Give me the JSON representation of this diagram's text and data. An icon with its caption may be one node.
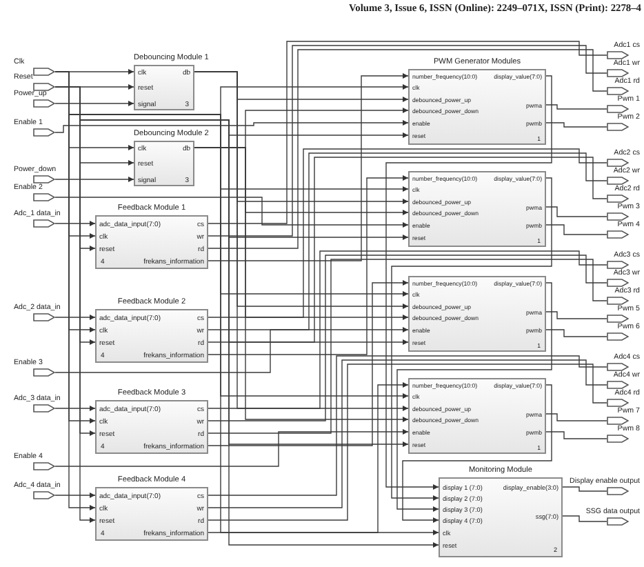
{
  "diagram": {
    "nodes": [
      {
        "text": [
          "Clk"
        ]
      },
      {
        "text": [
          "Reset"
        ]
      },
      {
        "text": [
          "Power_up"
        ]
      },
      {
        "text": [
          "Enable 1"
        ]
      },
      {
        "text": [
          "Power_down"
        ]
      },
      {
        "text": [
          "Enable 2"
        ]
      },
      {
        "text": [
          "Adc_1 data_in"
        ]
      },
      {
        "text": [
          "Adc_2 data_in"
        ]
      },
      {
        "text": [
          "Enable 3"
        ]
      },
      {
        "text": [
          "Adc_3 data_in"
        ]
      },
      {
        "text": [
          "Enable 4"
        ]
      },
      {
        "text": [
          "Adc_4 data_in"
        ]
      },
      {
        "text": [
          "Debouncing Module 1",
          "clk",
          "reset",
          "signal",
          "db",
          "3"
        ]
      },
      {
        "text": [
          "Debouncing Module 2",
          "clk",
          "reset",
          "signal",
          "db",
          "3"
        ]
      },
      {
        "text": [
          "Feedback Module 1",
          "adc_data_input(7:0)",
          "clk",
          "reset",
          "4",
          "cs",
          "wr",
          "rd",
          "frekans_information"
        ]
      },
      {
        "text": [
          "Feedback Module 2",
          "adc_data_input(7:0)",
          "clk",
          "reset",
          "4",
          "cs",
          "wr",
          "rd",
          "frekans_information"
        ]
      },
      {
        "text": [
          "Feedback Module 3",
          "adc_data_input(7:0)",
          "clk",
          "reset",
          "4",
          "cs",
          "wr",
          "rd",
          "frekans_information"
        ]
      },
      {
        "text": [
          "Feedback Module 4",
          "adc_data_input(7:0)",
          "clk",
          "reset",
          "4",
          "cs",
          "wr",
          "rd",
          "frekans_information"
        ]
      },
      {
        "text": [
          "PWM Generator Modules",
          "number_frequency(10:0)",
          "clk",
          "debounced_power_up",
          "debounced_power_down",
          "enable",
          "reset",
          "display_value(7:0)",
          "pwma",
          "pwmb",
          "1"
        ]
      },
      {
        "text": [
          "number_frequency(10:0)",
          "clk",
          "debounced_power_up",
          "debounced_power_down",
          "enable",
          "reset",
          "display_value(7:0)",
          "pwma",
          "pwmb",
          "1"
        ]
      },
      {
        "text": [
          "number_frequency(10:0)",
          "clk",
          "debounced_power_up",
          "debounced_power_down",
          "enable",
          "reset",
          "display_value(7:0)",
          "pwma",
          "pwmb",
          "1"
        ]
      },
      {
        "text": [
          "number_frequency(10:0)",
          "clk",
          "debounced_power_up",
          "debounced_power_down",
          "enable",
          "reset",
          "display_value(7:0)",
          "pwma",
          "pwmb",
          "1"
        ]
      },
      {
        "text": [
          "Monitoring Module",
          "display 1 (7:0)",
          "display 2 (7:0)",
          "display 3 (7:0)",
          "display 4 (7:0)",
          "clk",
          "reset",
          "display_enable(3:0)",
          "ssg(7:0)",
          "2"
        ]
      },
      {
        "text": [
          "Adc1 cs"
        ]
      },
      {
        "text": [
          "Adc1 wr"
        ]
      },
      {
        "text": [
          "Adc1 rd"
        ]
      },
      {
        "text": [
          "Pwm 1"
        ]
      },
      {
        "text": [
          "Pwm 2"
        ]
      },
      {
        "text": [
          "Adc2 cs"
        ]
      },
      {
        "text": [
          "Adc2 wr"
        ]
      },
      {
        "text": [
          "Adc2 rd"
        ]
      },
      {
        "text": [
          "Pwm 3"
        ]
      },
      {
        "text": [
          "Pwm 4"
        ]
      },
      {
        "text": [
          "Adc3 cs"
        ]
      },
      {
        "text": [
          "Adc3 wr"
        ]
      },
      {
        "text": [
          "Adc3 rd"
        ]
      },
      {
        "text": [
          "Pwm 5"
        ]
      },
      {
        "text": [
          "Pwm 6"
        ]
      },
      {
        "text": [
          "Adc4 cs"
        ]
      },
      {
        "text": [
          "Adc4 wr"
        ]
      },
      {
        "text": [
          "Adc4 rd"
        ]
      },
      {
        "text": [
          "Pwm 7"
        ]
      },
      {
        "text": [
          "Pwm 8"
        ]
      },
      {
        "text": [
          "Display enable output"
        ]
      },
      {
        "text": [
          "SSG data output"
        ]
      }
    ],
    "edges": [
      {
        "from": 0,
        "to": 12,
        "arrow": "to"
      },
      {
        "from": 0,
        "to": 13,
        "arrow": "to"
      },
      {
        "from": 0,
        "to": 14,
        "arrow": "to"
      },
      {
        "from": 0,
        "to": 15,
        "arrow": "to"
      },
      {
        "from": 0,
        "to": 16,
        "arrow": "to"
      },
      {
        "from": 0,
        "to": 17,
        "arrow": "to"
      },
      {
        "from": 0,
        "to": 18,
        "arrow": "to"
      },
      {
        "from": 0,
        "to": 19,
        "arrow": "to"
      },
      {
        "from": 0,
        "to": 20,
        "arrow": "to"
      },
      {
        "from": 0,
        "to": 21,
        "arrow": "to"
      },
      {
        "from": 0,
        "to": 22,
        "arrow": "to"
      },
      {
        "from": 1,
        "to": 12,
        "arrow": "to"
      },
      {
        "from": 1,
        "to": 13,
        "arrow": "to"
      },
      {
        "from": 1,
        "to": 14,
        "arrow": "to"
      },
      {
        "from": 1,
        "to": 15,
        "arrow": "to"
      },
      {
        "from": 1,
        "to": 16,
        "arrow": "to"
      },
      {
        "from": 1,
        "to": 17,
        "arrow": "to"
      },
      {
        "from": 1,
        "to": 18,
        "arrow": "to"
      },
      {
        "from": 1,
        "to": 19,
        "arrow": "to"
      },
      {
        "from": 1,
        "to": 20,
        "arrow": "to"
      },
      {
        "from": 1,
        "to": 21,
        "arrow": "to"
      },
      {
        "from": 1,
        "to": 22,
        "arrow": "to"
      },
      {
        "from": 2,
        "to": 12,
        "arrow": "to"
      },
      {
        "from": 4,
        "to": 13,
        "arrow": "to"
      },
      {
        "from": 12,
        "to": 18,
        "arrow": "to"
      },
      {
        "from": 12,
        "to": 19,
        "arrow": "to"
      },
      {
        "from": 12,
        "to": 20,
        "arrow": "to"
      },
      {
        "from": 12,
        "to": 21,
        "arrow": "to"
      },
      {
        "from": 13,
        "to": 18,
        "arrow": "to"
      },
      {
        "from": 13,
        "to": 19,
        "arrow": "to"
      },
      {
        "from": 13,
        "to": 20,
        "arrow": "to"
      },
      {
        "from": 13,
        "to": 21,
        "arrow": "to"
      },
      {
        "from": 3,
        "to": 18,
        "arrow": "to"
      },
      {
        "from": 5,
        "to": 19,
        "arrow": "to"
      },
      {
        "from": 8,
        "to": 20,
        "arrow": "to"
      },
      {
        "from": 10,
        "to": 21,
        "arrow": "to"
      },
      {
        "from": 6,
        "to": 14,
        "arrow": "to"
      },
      {
        "from": 7,
        "to": 15,
        "arrow": "to"
      },
      {
        "from": 9,
        "to": 16,
        "arrow": "to"
      },
      {
        "from": 11,
        "to": 17,
        "arrow": "to"
      },
      {
        "from": 14,
        "to": 23,
        "arrow": "none"
      },
      {
        "from": 14,
        "to": 24,
        "arrow": "none"
      },
      {
        "from": 14,
        "to": 25,
        "arrow": "none"
      },
      {
        "from": 14,
        "to": 18,
        "arrow": "to"
      },
      {
        "from": 15,
        "to": 28,
        "arrow": "none"
      },
      {
        "from": 15,
        "to": 29,
        "arrow": "none"
      },
      {
        "from": 15,
        "to": 30,
        "arrow": "none"
      },
      {
        "from": 15,
        "to": 19,
        "arrow": "to"
      },
      {
        "from": 16,
        "to": 33,
        "arrow": "none"
      },
      {
        "from": 16,
        "to": 34,
        "arrow": "none"
      },
      {
        "from": 16,
        "to": 35,
        "arrow": "none"
      },
      {
        "from": 16,
        "to": 20,
        "arrow": "to"
      },
      {
        "from": 17,
        "to": 38,
        "arrow": "none"
      },
      {
        "from": 17,
        "to": 39,
        "arrow": "none"
      },
      {
        "from": 17,
        "to": 40,
        "arrow": "none"
      },
      {
        "from": 17,
        "to": 21,
        "arrow": "to"
      },
      {
        "from": 18,
        "to": 26,
        "arrow": "none"
      },
      {
        "from": 18,
        "to": 27,
        "arrow": "none"
      },
      {
        "from": 18,
        "to": 22,
        "arrow": "to"
      },
      {
        "from": 19,
        "to": 31,
        "arrow": "none"
      },
      {
        "from": 19,
        "to": 32,
        "arrow": "none"
      },
      {
        "from": 19,
        "to": 22,
        "arrow": "to"
      },
      {
        "from": 20,
        "to": 36,
        "arrow": "none"
      },
      {
        "from": 20,
        "to": 37,
        "arrow": "none"
      },
      {
        "from": 20,
        "to": 22,
        "arrow": "to"
      },
      {
        "from": 21,
        "to": 41,
        "arrow": "none"
      },
      {
        "from": 21,
        "to": 42,
        "arrow": "none"
      },
      {
        "from": 21,
        "to": 22,
        "arrow": "to"
      },
      {
        "from": 22,
        "to": 43,
        "arrow": "none"
      },
      {
        "from": 22,
        "to": 44,
        "arrow": "none"
      }
    ],
    "labels": [
      "Volume 3, Issue 6, ISSN (Online): 2249–071X, ISSN (Print): 2278–4"
    ]
  }
}
